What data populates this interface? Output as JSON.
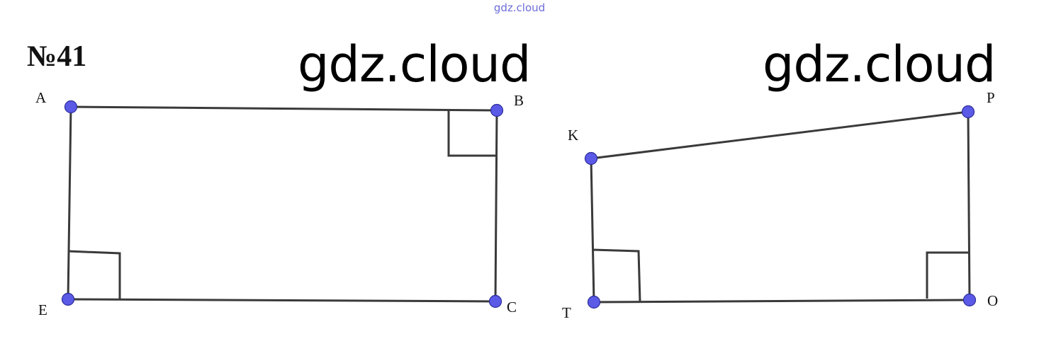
{
  "watermark_top": "gdz.cloud",
  "problem_number": "№41",
  "watermark_1": "gdz.cloud",
  "watermark_2": "gdz.cloud",
  "figures": [
    {
      "name": "rectangle",
      "vertices": [
        {
          "label": "A"
        },
        {
          "label": "B"
        },
        {
          "label": "C"
        },
        {
          "label": "E"
        }
      ],
      "right_angles": [
        "B",
        "E"
      ]
    },
    {
      "name": "trapezoid",
      "vertices": [
        {
          "label": "K"
        },
        {
          "label": "P"
        },
        {
          "label": "O"
        },
        {
          "label": "T"
        }
      ],
      "right_angles": [
        "T",
        "O"
      ]
    }
  ],
  "colors": {
    "point_fill": "#5a5ae6",
    "line": "#3a3a3a"
  }
}
